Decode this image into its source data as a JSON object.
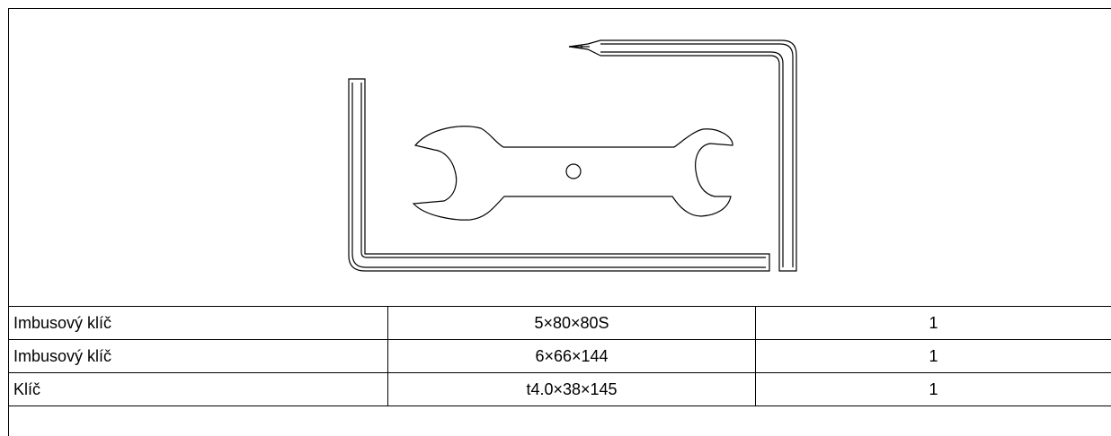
{
  "drawing": {
    "icons": [
      "hex-key-icon",
      "hex-key-icon",
      "open-end-wrench-icon"
    ],
    "line_color": "#000000"
  },
  "parts": [
    {
      "name": "Imbusový klíč",
      "size": "5×80×80S",
      "qty": "1"
    },
    {
      "name": "Imbusový klíč",
      "size": "6×66×144",
      "qty": "1"
    },
    {
      "name": "Klíč",
      "size": "t4.0×38×145",
      "qty": "1"
    }
  ]
}
